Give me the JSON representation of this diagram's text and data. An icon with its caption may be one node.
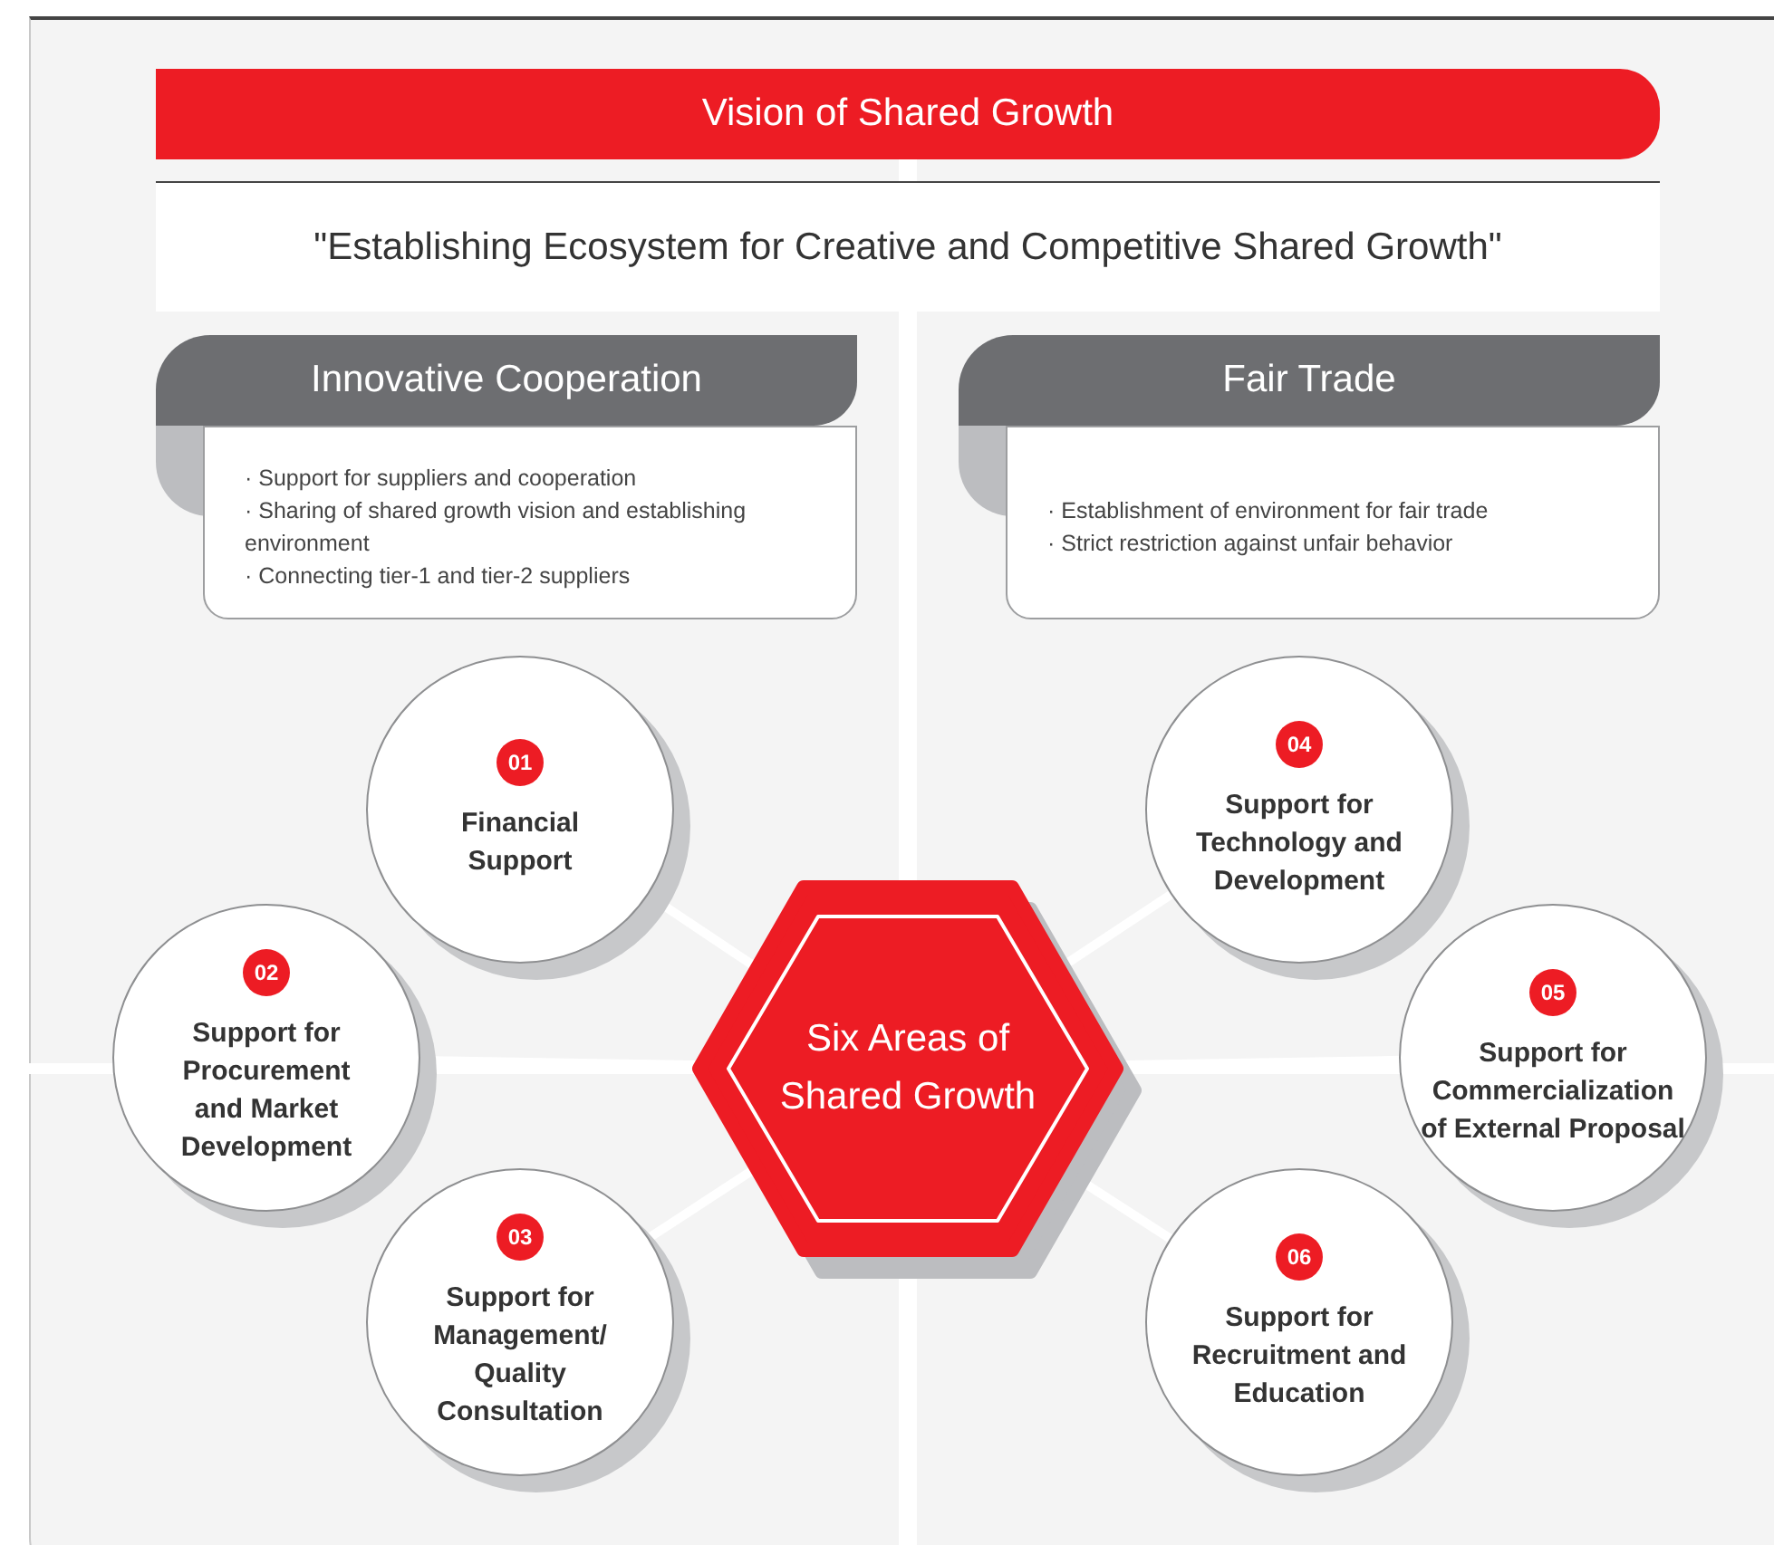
{
  "diagram": {
    "nodes": [
      {
        "text": [
          "Vision of Shared Growth"
        ]
      },
      {
        "text": [
          "\"Establishing Ecosystem for Creative and Competitive Shared Growth\""
        ]
      },
      {
        "text": [
          "Innovative Cooperation",
          "· Support for suppliers and cooperation",
          "· Sharing of shared growth vision and establishing environment",
          "· Connecting tier-1 and tier-2 suppliers"
        ]
      },
      {
        "text": [
          "Fair Trade",
          "· Establishment of environment for fair trade",
          "· Strict restriction against unfair behavior"
        ]
      },
      {
        "text": [
          "Six Areas of Shared Growth"
        ]
      },
      {
        "text": [
          "01",
          "Financial Support"
        ]
      },
      {
        "text": [
          "02",
          "Support for Procurement and Market Development"
        ]
      },
      {
        "text": [
          "03",
          "Support for Management/ Quality Consultation"
        ]
      },
      {
        "text": [
          "04",
          "Support for Technology and Development"
        ]
      },
      {
        "text": [
          "05",
          "Support for Commercialization of External Proposal"
        ]
      },
      {
        "text": [
          "06",
          "Support for Recruitment and Education"
        ]
      }
    ],
    "edges": [
      {
        "from": 4,
        "to": 5,
        "arrow": "none"
      },
      {
        "from": 4,
        "to": 6,
        "arrow": "none"
      },
      {
        "from": 4,
        "to": 7,
        "arrow": "none"
      },
      {
        "from": 4,
        "to": 8,
        "arrow": "none"
      },
      {
        "from": 4,
        "to": 9,
        "arrow": "none"
      },
      {
        "from": 4,
        "to": 10,
        "arrow": "none"
      }
    ]
  }
}
